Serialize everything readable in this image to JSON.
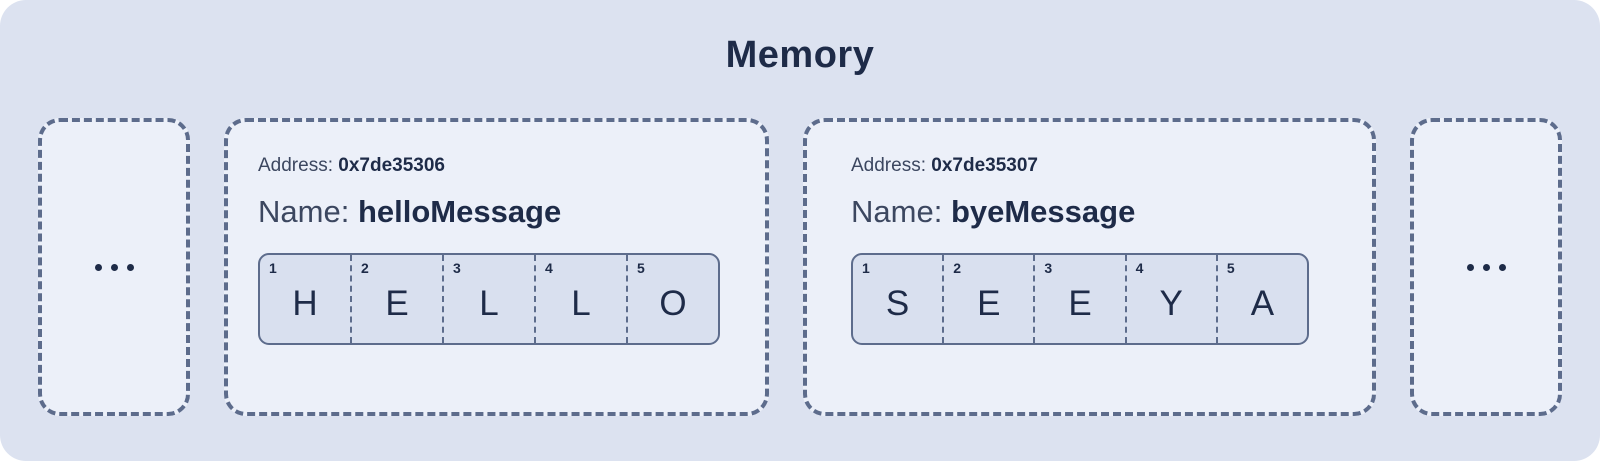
{
  "diagram": {
    "title": "Memory",
    "colors": {
      "container_bg": "#dce2f0",
      "block_bg": "#ecf0f9",
      "border": "#5d6c8c",
      "text": "#1e2b48",
      "strip_bg": "#d9e0ef"
    }
  },
  "slots": [
    {
      "kind": "ellipsis",
      "name": "memory-ellipsis-left",
      "text": "•••"
    },
    {
      "kind": "variable",
      "name": "memory-block-hello",
      "address_label": "Address:",
      "address_value": "0x7de35306",
      "name_label": "Name:",
      "name_value": "helloMessage",
      "cells": [
        {
          "index": "1",
          "char": "H"
        },
        {
          "index": "2",
          "char": "E"
        },
        {
          "index": "3",
          "char": "L"
        },
        {
          "index": "4",
          "char": "L"
        },
        {
          "index": "5",
          "char": "O"
        }
      ]
    },
    {
      "kind": "variable",
      "name": "memory-block-bye",
      "address_label": "Address:",
      "address_value": "0x7de35307",
      "name_label": "Name:",
      "name_value": "byeMessage",
      "cells": [
        {
          "index": "1",
          "char": "S"
        },
        {
          "index": "2",
          "char": "E"
        },
        {
          "index": "3",
          "char": "E"
        },
        {
          "index": "4",
          "char": "Y"
        },
        {
          "index": "5",
          "char": "A"
        }
      ]
    },
    {
      "kind": "ellipsis",
      "name": "memory-ellipsis-right",
      "text": "•••"
    }
  ]
}
